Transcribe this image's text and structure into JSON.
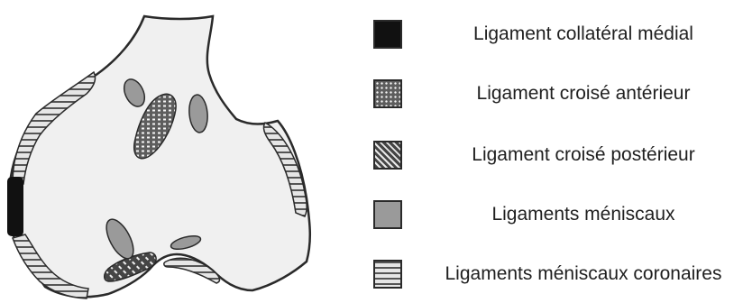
{
  "legend": {
    "items": [
      {
        "label": "Ligament collatéral médial",
        "pattern": "solid-black",
        "color": "#111111"
      },
      {
        "label": "Ligament croisé antérieur",
        "pattern": "dotted-grid",
        "color": "#6f6f6f"
      },
      {
        "label": "Ligament croisé postérieur",
        "pattern": "diagonal-dashes",
        "color": "#4a4a4a"
      },
      {
        "label": "Ligaments méniscaux",
        "pattern": "solid-gray",
        "color": "#9a9a9a"
      },
      {
        "label": "Ligaments méniscaux coronaires",
        "pattern": "horizontal-stripes",
        "color": "#d9d9d9"
      }
    ]
  },
  "colors": {
    "bone_fill": "#f0f0f0",
    "outline": "#2a2a2a",
    "stripes": "#555555"
  }
}
